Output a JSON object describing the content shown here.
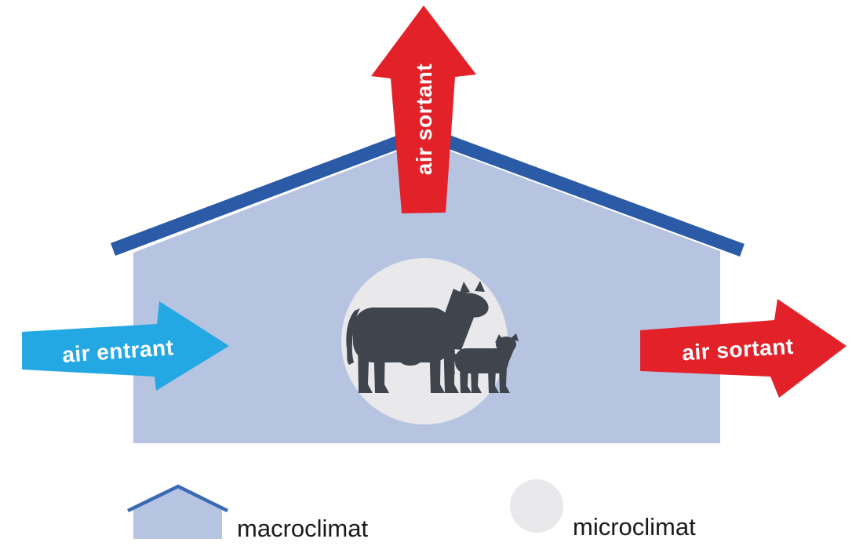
{
  "colors": {
    "background": "#FFFFFF",
    "building_fill": "#B6C4E2",
    "roof_stroke": "#2B5AA7",
    "legend_roof_stroke": "#3A69B5",
    "outlet_red": "#E32129",
    "inlet_cyan": "#23A8E4",
    "microclimate_fill": "#E9E9EB",
    "cow_fill": "#3F444D",
    "legend_text": "#1A1A1A",
    "arrow_label_text": "#FFFFFF"
  },
  "arrows": {
    "roof_outlet": {
      "label": "air sortant"
    },
    "inlet": {
      "label": "air entrant"
    },
    "wall_outlet": {
      "label": "air sortant"
    }
  },
  "legend": {
    "macroclimate": {
      "label": "macroclimat"
    },
    "microclimate": {
      "label": "microclimat"
    }
  }
}
